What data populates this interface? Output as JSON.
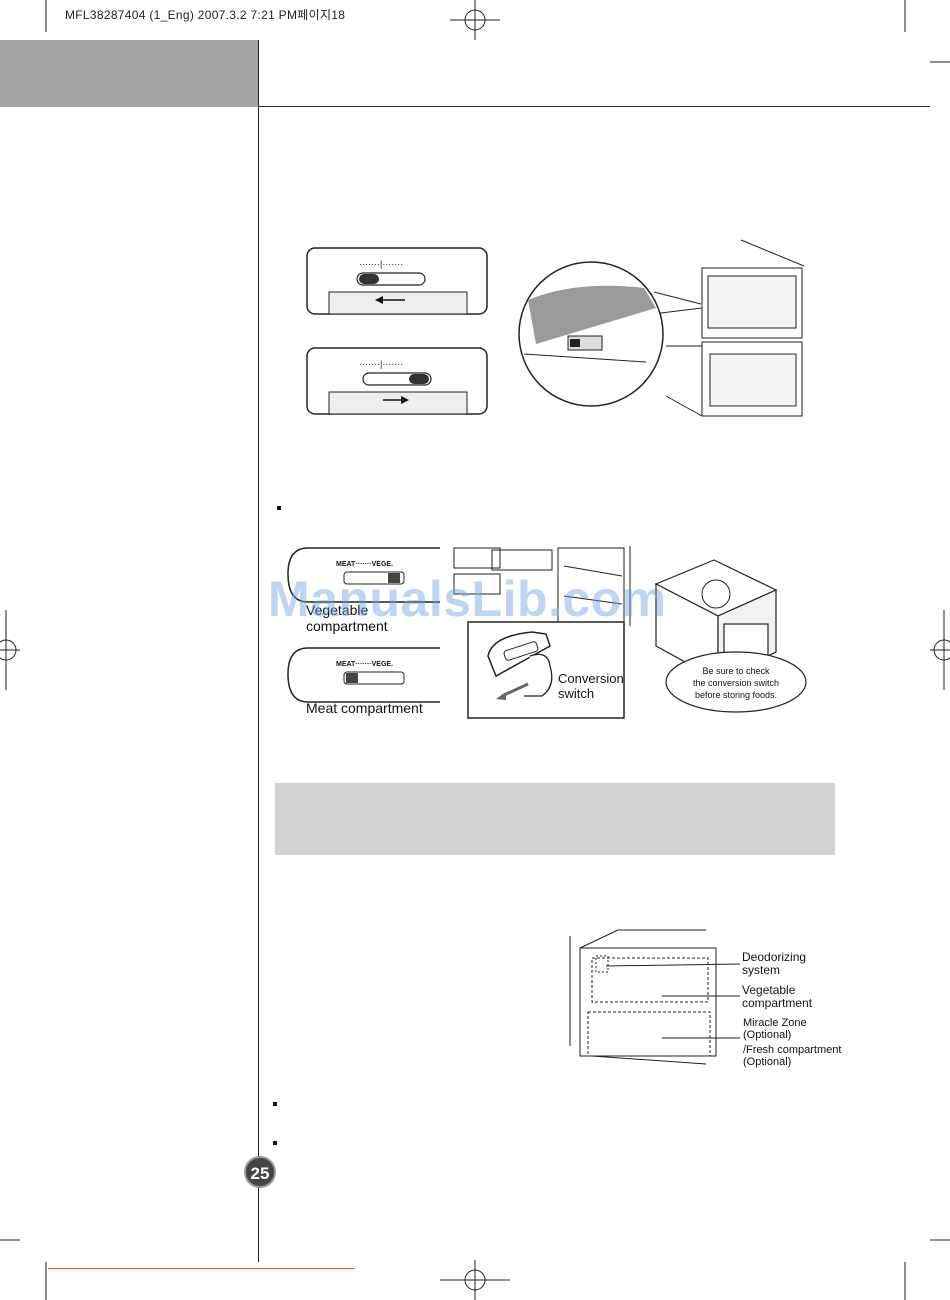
{
  "print_header": "MFL38287404 (1_Eng)  2007.3.2 7:21 PM페이지18",
  "watermark": "ManualsLib.com",
  "slider_diagrams": {
    "scale_marks": "·······|·······"
  },
  "conversion_figure": {
    "switch_scale": "MEAT·······VEGE.",
    "vegetable_label": "Vegetable\ncompartment",
    "meat_label": "Meat  compartment",
    "switch_label_line1": "Conversion",
    "switch_label_line2": "switch",
    "callout_line1": "Be sure to check",
    "callout_line2": "the conversion switch",
    "callout_line3": "before storing foods."
  },
  "drawer_diagram": {
    "labels": [
      {
        "line1": "Deodorizing",
        "line2": "system"
      },
      {
        "line1": "Vegetable",
        "line2": "compartment"
      },
      {
        "line1": "Miracle Zone",
        "line2": "(Optional)"
      },
      {
        "line1": "/Fresh compartment",
        "line2": "(Optional)"
      }
    ]
  },
  "page_number": "25"
}
